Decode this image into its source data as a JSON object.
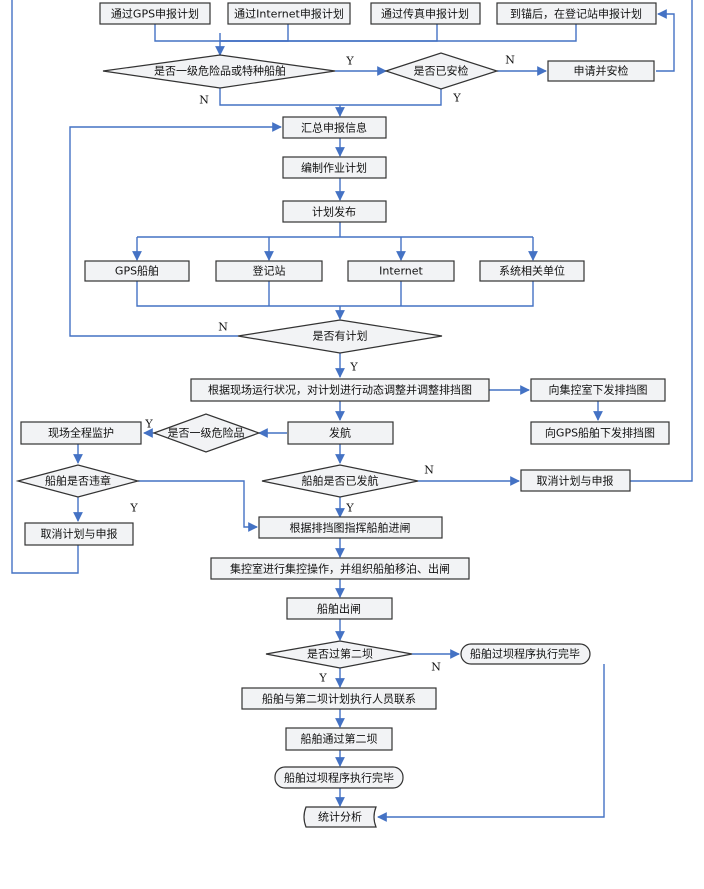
{
  "nodes": {
    "report_gps": "通过GPS申报计划",
    "report_internet": "通过Internet申报计划",
    "report_fax": "通过传真申报计划",
    "report_anchor": "到锚后，在登记站申报计划",
    "dec_dangerous": "是否一级危险品或特种船舶",
    "dec_inspected": "是否已安检",
    "apply_inspect": "申请并安检",
    "summary": "汇总申报信息",
    "compile_plan": "编制作业计划",
    "publish_plan": "计划发布",
    "dst_gps": "GPS船舶",
    "dst_station": "登记站",
    "dst_internet": "Internet",
    "dst_units": "系统相关单位",
    "dec_has_plan": "是否有计划",
    "adjust": "根据现场运行状况，对计划进行动态调整并调整排挡图",
    "to_control": "向集控室下发排挡图",
    "to_gps": "向GPS船舶下发排挡图",
    "monitor": "现场全程监护",
    "dec_first_class": "是否一级危险品",
    "depart": "发航",
    "dec_violation": "船舶是否违章",
    "dec_departed": "船舶是否已发航",
    "cancel_right": "取消计划与申报",
    "cancel_left": "取消计划与申报",
    "direct_enter": "根据排挡图指挥船舶进闸",
    "control_op": "集控室进行集控操作，并组织船舶移泊、出闸",
    "exit_lock": "船舶出闸",
    "dec_second_dam": "是否过第二坝",
    "done_right": "船舶过坝程序执行完毕",
    "contact_second": "船舶与第二坝计划执行人员联系",
    "pass_second": "船舶通过第二坝",
    "done_bottom": "船舶过坝程序执行完毕",
    "stats": "统计分析"
  },
  "labels": {
    "yes": "Y",
    "no": "N"
  },
  "colors": {
    "connector": "#4472c4",
    "box_fill": "#f2f3f5",
    "box_border": "#333333"
  }
}
